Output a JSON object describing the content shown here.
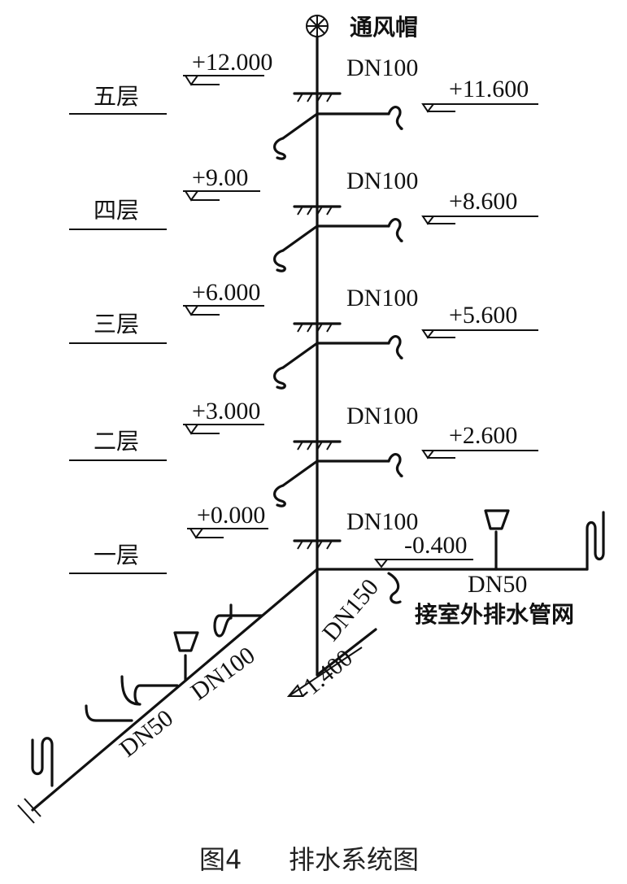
{
  "vent_cap_label": "通风帽",
  "floors": [
    {
      "name": "五层",
      "floor_elev": "+12.000",
      "branch_elev": "+11.600",
      "pipe": "DN100"
    },
    {
      "name": "四层",
      "floor_elev": "+9.00",
      "branch_elev": "+8.600",
      "pipe": "DN100"
    },
    {
      "name": "三层",
      "floor_elev": "+6.000",
      "branch_elev": "+5.600",
      "pipe": "DN100"
    },
    {
      "name": "二层",
      "floor_elev": "+3.000",
      "branch_elev": "+2.600",
      "pipe": "DN100"
    },
    {
      "name": "一层",
      "floor_elev": "+0.000",
      "pipe": "DN100"
    }
  ],
  "ground_floor": {
    "outlet_elev": "-0.400",
    "outlet_pipe": "DN50",
    "outlet_note": "接室外排水管网",
    "diag_pipe": "DN150",
    "bottom_elev": "-1.400",
    "branch_pipe_upper": "DN100",
    "branch_pipe_lower": "DN50"
  },
  "caption": {
    "fig": "图4",
    "title": "排水系统图"
  }
}
